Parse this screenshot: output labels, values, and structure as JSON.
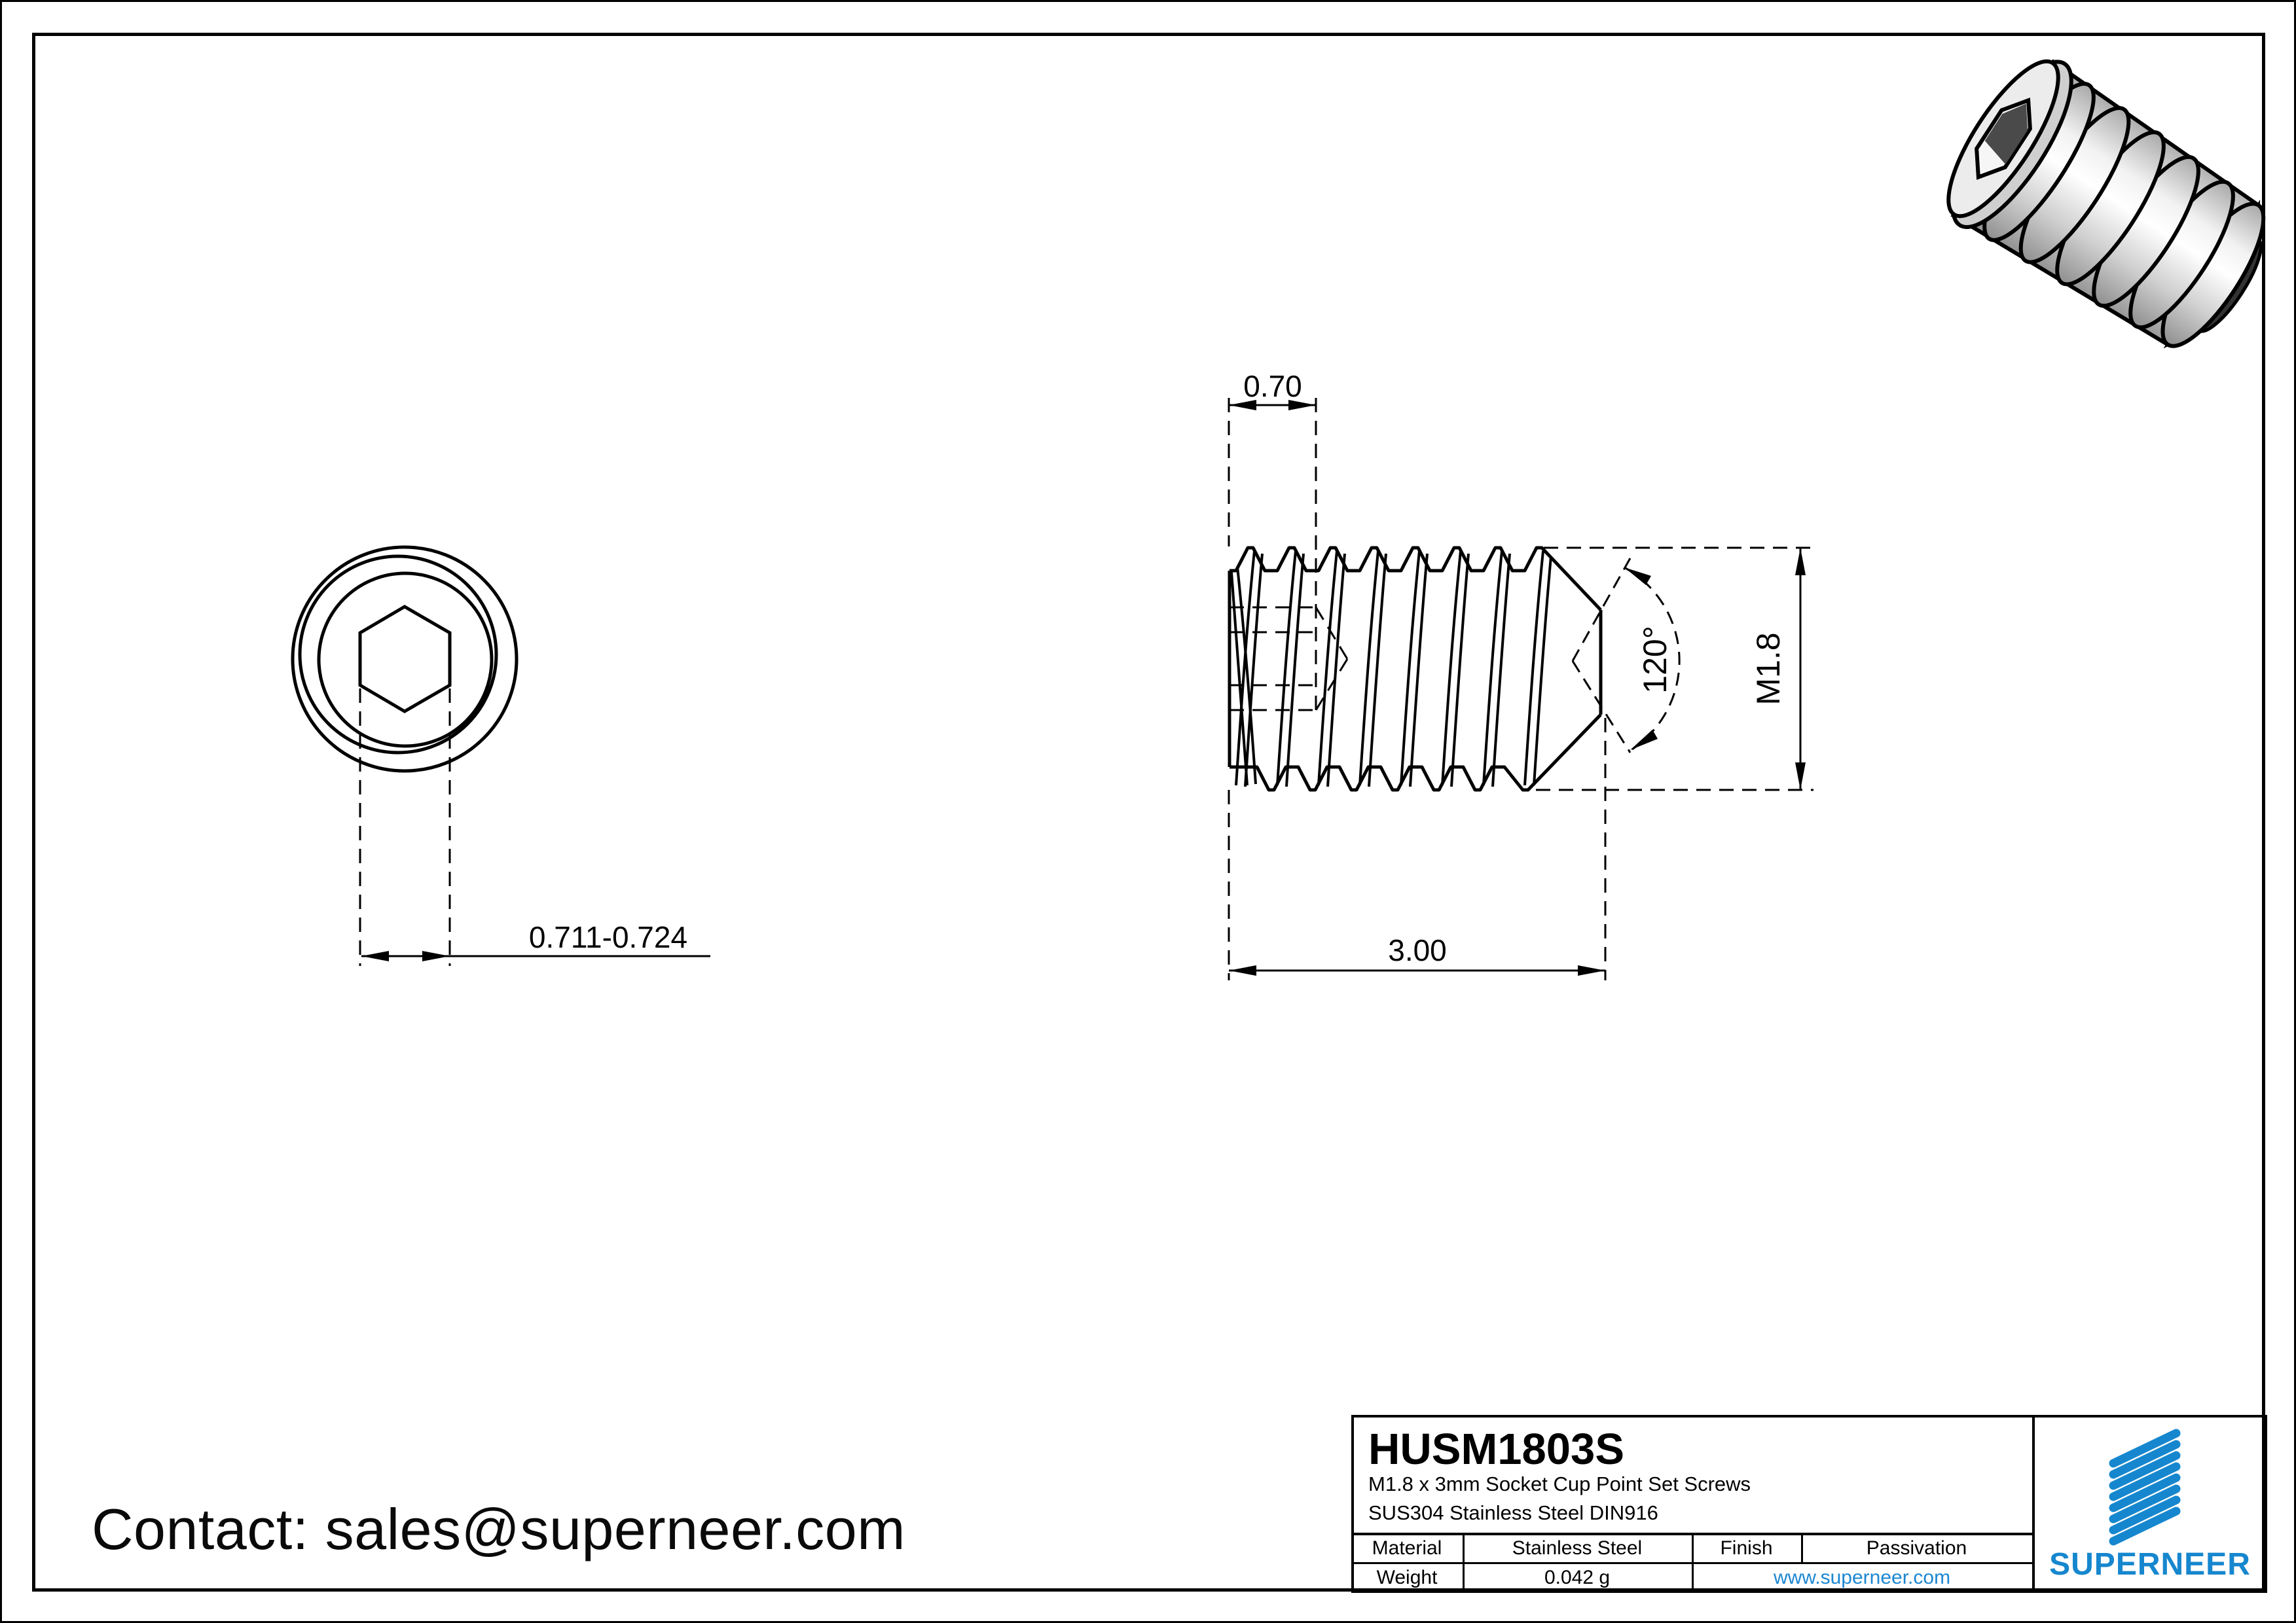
{
  "colors": {
    "accent": "#1687CE",
    "link": "#1B87D2",
    "line": "#000000"
  },
  "contact": {
    "label": "Contact: sales@superneer.com"
  },
  "front_view": {
    "dim_width": "0.711-0.724"
  },
  "side_view": {
    "dim_socket_width": "0.70",
    "dim_length": "3.00",
    "dim_point_angle": "120°",
    "dim_thread": "M1.8"
  },
  "title_block": {
    "part_number": "HUSM1803S",
    "description_line1": "M1.8 x 3mm Socket Cup Point Set Screws",
    "description_line2": "SUS304 Stainless Steel DIN916",
    "material_label": "Material",
    "material_value": "Stainless Steel",
    "finish_label": "Finish",
    "finish_value": "Passivation",
    "weight_label": "Weight",
    "weight_value": "0.042 g",
    "website": "www.superneer.com",
    "brand": "SUPERNEER"
  }
}
